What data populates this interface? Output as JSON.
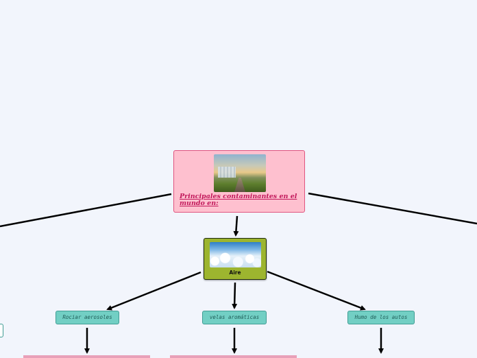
{
  "root": {
    "title": "Principales contaminantes en el mundo  en:",
    "image": "landscape-city-road-photo"
  },
  "air": {
    "label": "Aire",
    "image": "clouds-sky-photo"
  },
  "children": [
    {
      "label": "Rociar aerosoles"
    },
    {
      "label": "velas aromáticas"
    },
    {
      "label": "Humo de los autos"
    }
  ],
  "colors": {
    "root_fill": "#fec0cf",
    "root_border": "#e0537e",
    "root_text": "#c2185b",
    "air_fill": "#9db52f",
    "leaf_fill": "#72cfc4",
    "background": "#f2f5fc"
  }
}
